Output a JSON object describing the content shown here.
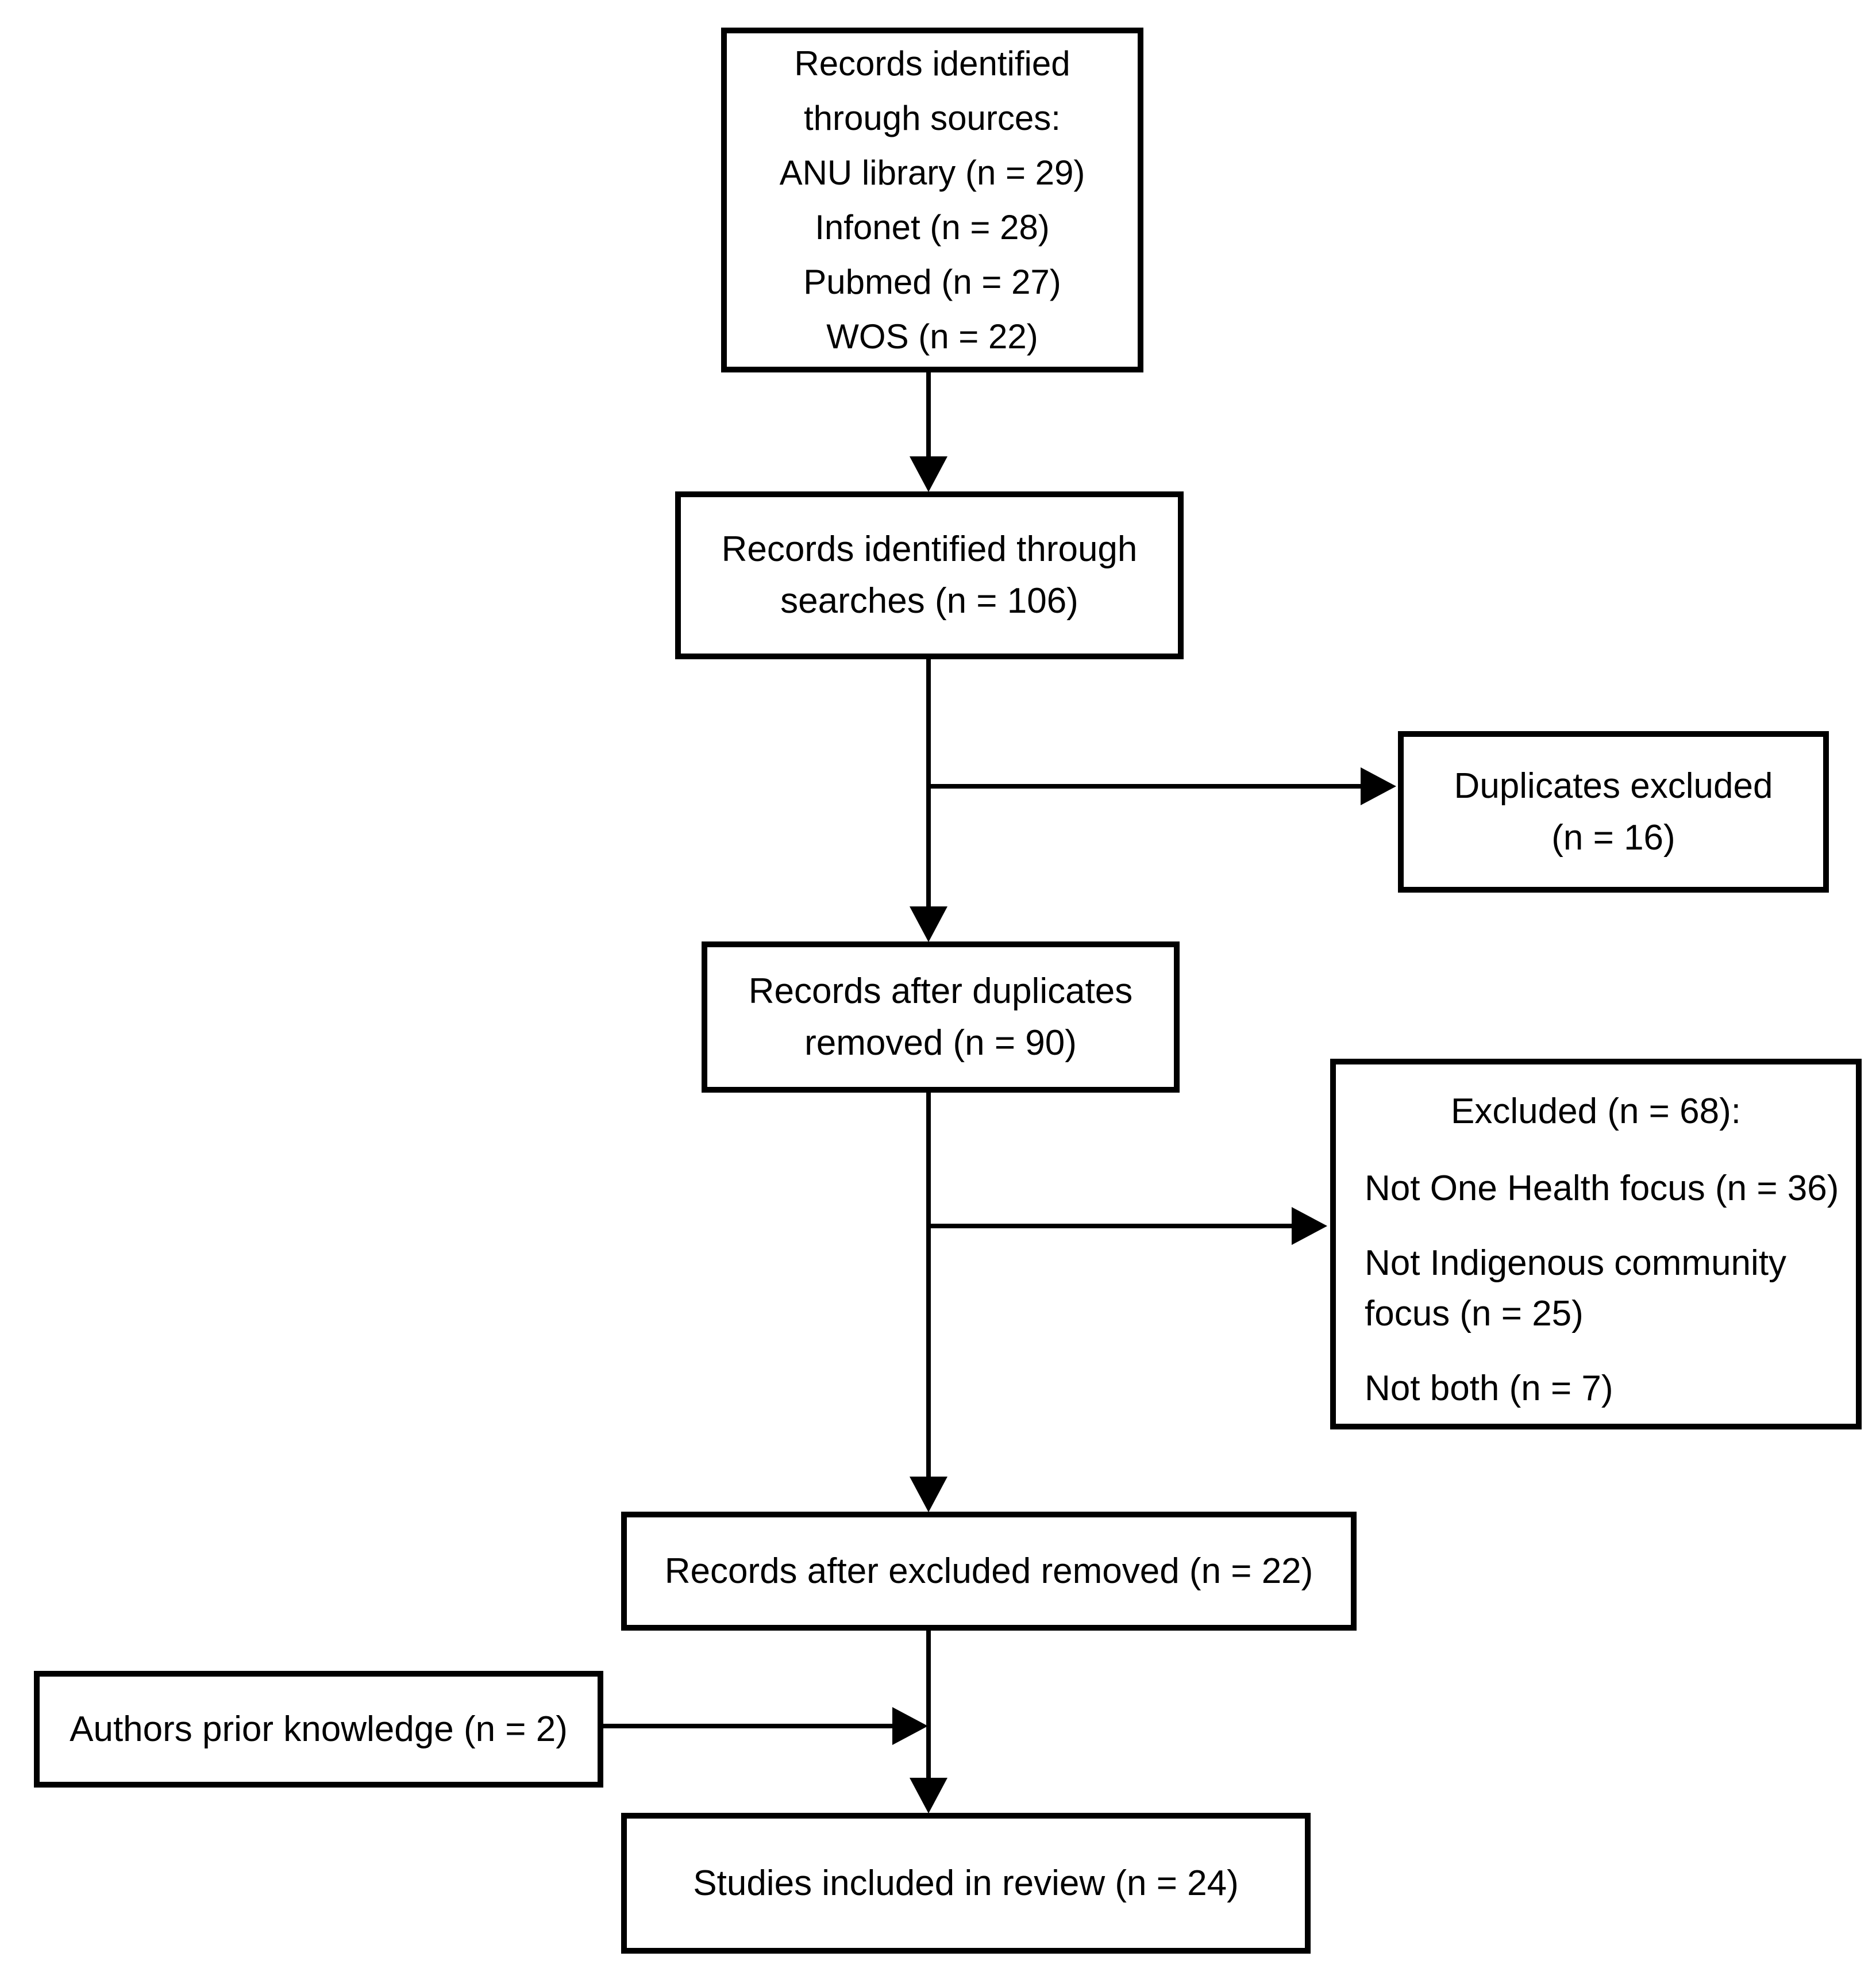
{
  "figure": {
    "background_color": "#ffffff",
    "line_color": "#000000",
    "text_color": "#000000"
  },
  "nodes": {
    "sources": "Records identified\nthrough sources:\nANU library (n = 29)\nInfonet (n = 28)\nPubmed (n = 27)\nWOS (n = 22)",
    "searches": "Records identified through\nsearches (n = 106)",
    "duplicates_excluded": "Duplicates excluded\n(n = 16)",
    "after_duplicates": "Records after duplicates\nremoved (n = 90)",
    "excluded_title": "Excluded (n = 68):",
    "excluded_items": [
      "Not One Health focus (n = 36)",
      "Not Indigenous community focus (n = 25)",
      "Not both (n = 7)"
    ],
    "after_excluded": "Records after excluded removed (n = 22)",
    "prior_knowledge": "Authors prior knowledge (n = 2)",
    "included": "Studies included in review (n = 24)"
  }
}
